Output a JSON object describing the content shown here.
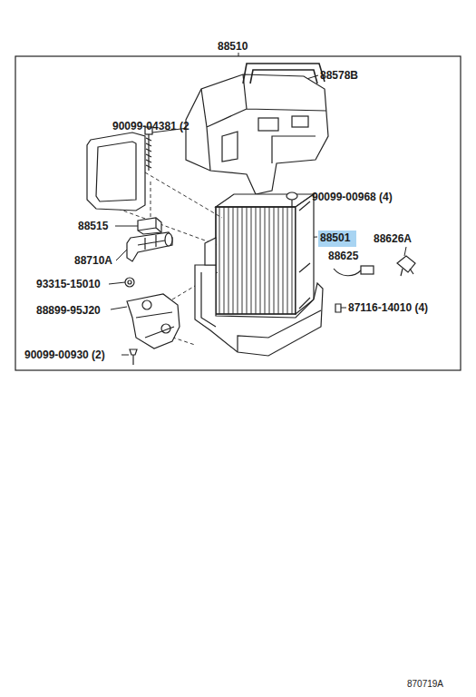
{
  "diagram": {
    "nodes": [
      {
        "text": [
          "88501"
        ]
      }
    ],
    "labels": [
      "88510",
      "88578B",
      "90099-04381 (2",
      "90099-00968 (4)",
      "88515",
      "88710A",
      "93315-15010",
      "88899-95J20",
      "90099-00930 (2)",
      "88626A",
      "88625",
      "87116-14010 (4)",
      "870719A"
    ]
  }
}
